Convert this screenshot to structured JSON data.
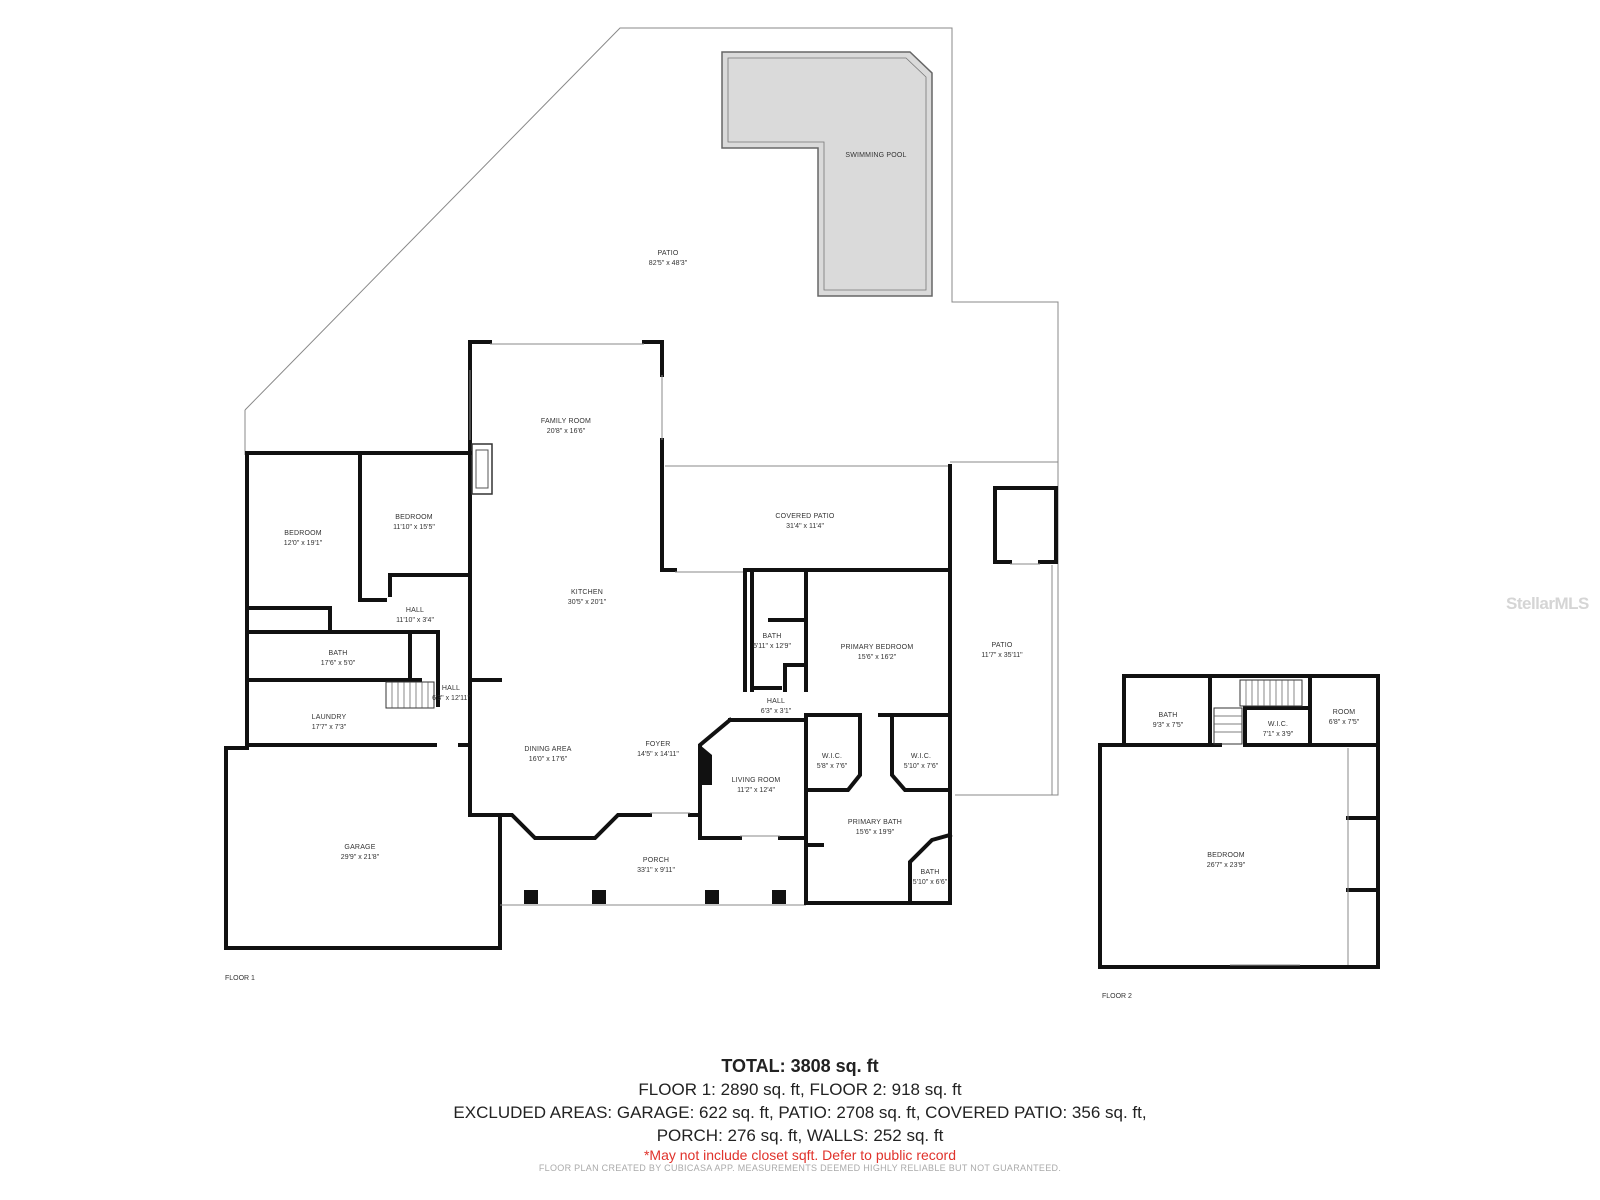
{
  "rooms": {
    "swimming_pool": {
      "name": "SWIMMING POOL",
      "dim": ""
    },
    "patio_main": {
      "name": "PATIO",
      "dim": "82'5\" x 48'3\""
    },
    "family_room": {
      "name": "FAMILY ROOM",
      "dim": "20'8\" x 16'6\""
    },
    "covered_patio": {
      "name": "COVERED PATIO",
      "dim": "31'4\" x 11'4\""
    },
    "bedroom_1": {
      "name": "BEDROOM",
      "dim": "12'0\" x 19'1\""
    },
    "bedroom_2": {
      "name": "BEDROOM",
      "dim": "11'10\" x 15'5\""
    },
    "kitchen": {
      "name": "KITCHEN",
      "dim": "30'5\" x 20'1\""
    },
    "hall_1": {
      "name": "HALL",
      "dim": "11'10\" x 3'4\""
    },
    "bath_1": {
      "name": "BATH",
      "dim": "17'6\" x 5'0\""
    },
    "bath_2": {
      "name": "BATH",
      "dim": "5'11\" x 12'9\""
    },
    "primary_bedroom": {
      "name": "PRIMARY BEDROOM",
      "dim": "15'6\" x 16'2\""
    },
    "patio_side": {
      "name": "PATIO",
      "dim": "11'7\" x 35'11\""
    },
    "hall_2": {
      "name": "HALL",
      "dim": "6'3\" x 12'11\""
    },
    "laundry": {
      "name": "LAUNDRY",
      "dim": "17'7\" x 7'3\""
    },
    "hall_3": {
      "name": "HALL",
      "dim": "6'3\" x 3'1\""
    },
    "dining_area": {
      "name": "DINING AREA",
      "dim": "16'0\" x 17'6\""
    },
    "foyer": {
      "name": "FOYER",
      "dim": "14'5\" x 14'11\""
    },
    "living_room": {
      "name": "LIVING ROOM",
      "dim": "11'2\" x 12'4\""
    },
    "wic_1": {
      "name": "W.I.C.",
      "dim": "5'8\" x 7'6\""
    },
    "wic_2": {
      "name": "W.I.C.",
      "dim": "5'10\" x 7'6\""
    },
    "primary_bath": {
      "name": "PRIMARY BATH",
      "dim": "15'6\" x 19'9\""
    },
    "bath_3": {
      "name": "BATH",
      "dim": "5'10\" x 6'6\""
    },
    "garage": {
      "name": "GARAGE",
      "dim": "29'9\" x 21'8\""
    },
    "porch": {
      "name": "PORCH",
      "dim": "33'1\" x 9'11\""
    },
    "f2_bath": {
      "name": "BATH",
      "dim": "9'3\" x 7'5\""
    },
    "f2_wic": {
      "name": "W.I.C.",
      "dim": "7'1\" x 3'9\""
    },
    "f2_room": {
      "name": "ROOM",
      "dim": "6'8\" x 7'5\""
    },
    "f2_bedroom": {
      "name": "BEDROOM",
      "dim": "26'7\" x 23'9\""
    }
  },
  "floors": {
    "floor1_label": "FLOOR 1",
    "floor2_label": "FLOOR 2"
  },
  "watermark": "StellarMLS",
  "summary": {
    "total": "TOTAL: 3808 sq. ft",
    "floors": "FLOOR 1: 2890 sq. ft, FLOOR 2: 918 sq. ft",
    "excluded_1": "EXCLUDED AREAS: GARAGE: 622 sq. ft, PATIO: 2708 sq. ft, COVERED PATIO: 356 sq. ft,",
    "excluded_2": "PORCH: 276 sq. ft, WALLS: 252 sq. ft",
    "disclaimer": "*May not include closet sqft. Defer to public record",
    "credit": "FLOOR PLAN CREATED BY CUBICASA APP. MEASUREMENTS DEEMED HIGHLY RELIABLE BUT NOT GUARANTEED."
  }
}
